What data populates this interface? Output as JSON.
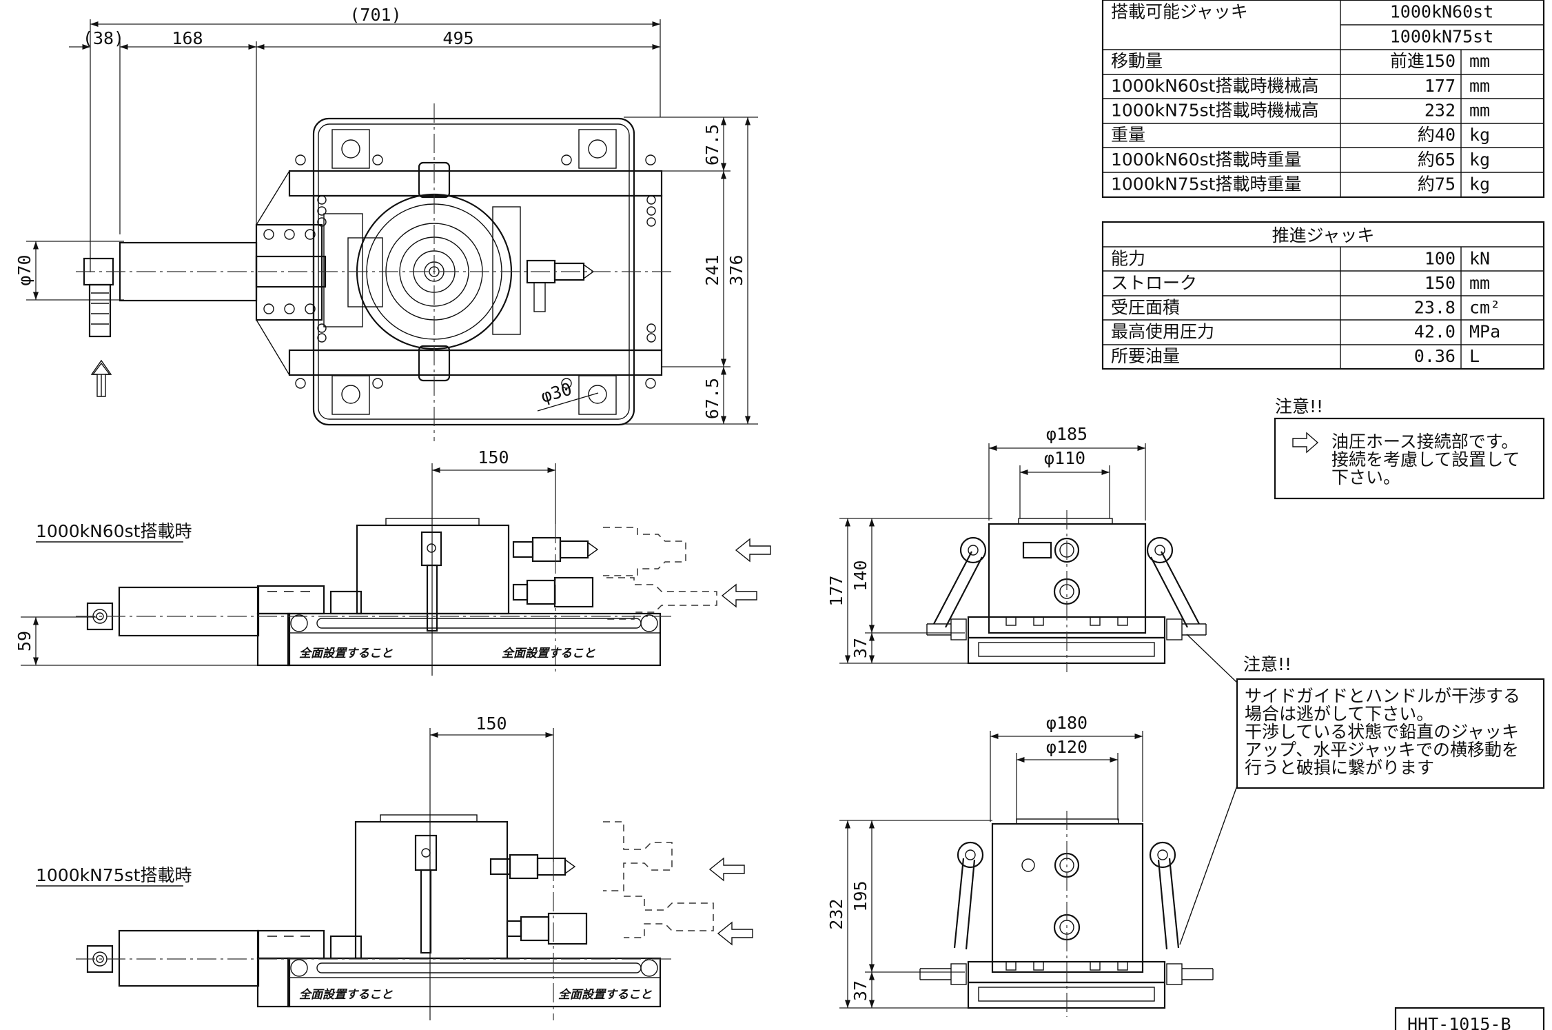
{
  "drawing_number": "HHT-1015-B",
  "plan_view": {
    "dims": {
      "overall": "(701)",
      "left_ext": "(38)",
      "seg1": "168",
      "seg2": "495",
      "top_gap": "67.5",
      "bottom_gap": "67.5",
      "mid": "241",
      "total_h": "376",
      "dia_left": "φ70",
      "dia_hole": "φ30"
    }
  },
  "side_views": {
    "upper": {
      "label": "1000kN60st搭載時",
      "dim_stroke": "150",
      "dim_height": "59",
      "floor_note": "全面設置すること"
    },
    "lower": {
      "label": "1000kN75st搭載時",
      "dim_stroke": "150",
      "floor_note": "全面設置すること"
    }
  },
  "front_views": {
    "upper": {
      "outer_dia": "φ185",
      "inner_dia": "φ110",
      "total": "177",
      "upper_h": "140",
      "base_h": "37"
    },
    "lower": {
      "outer_dia": "φ180",
      "inner_dia": "φ120",
      "total": "232",
      "upper_h": "195",
      "base_h": "37"
    }
  },
  "table_capacity": {
    "rows": [
      {
        "label": "搭載可能ジャッキ",
        "value": "1000kN60st",
        "unit": ""
      },
      {
        "label": "",
        "value": "1000kN75st",
        "unit": ""
      },
      {
        "label": "移動量",
        "value": "前進150",
        "unit": "mm"
      },
      {
        "label": "1000kN60st搭載時機械高",
        "value": "177",
        "unit": "mm"
      },
      {
        "label": "1000kN75st搭載時機械高",
        "value": "232",
        "unit": "mm"
      },
      {
        "label": "重量",
        "value": "約40",
        "unit": "kg"
      },
      {
        "label": "1000kN60st搭載時重量",
        "value": "約65",
        "unit": "kg"
      },
      {
        "label": "1000kN75st搭載時重量",
        "value": "約75",
        "unit": "kg"
      }
    ]
  },
  "table_jack": {
    "title": "推進ジャッキ",
    "rows": [
      {
        "label": "能力",
        "value": "100",
        "unit": "kN"
      },
      {
        "label": "ストローク",
        "value": "150",
        "unit": "mm"
      },
      {
        "label": "受圧面積",
        "value": "23.8",
        "unit": "cm²"
      },
      {
        "label": "最高使用圧力",
        "value": "42.0",
        "unit": "MPa"
      },
      {
        "label": "所要油量",
        "value": "0.36",
        "unit": "L"
      }
    ]
  },
  "note1": {
    "heading": "注意!!",
    "lines": [
      "油圧ホース接続部です。",
      "接続を考慮して設置して",
      "下さい。"
    ]
  },
  "note2": {
    "heading": "注意!!",
    "lines": [
      "サイドガイドとハンドルが干渉する",
      "場合は逃がして下さい。",
      "干渉している状態で鉛直のジャッキ",
      "アップ、水平ジャッキでの横移動を",
      "行うと破損に繋がります"
    ]
  }
}
